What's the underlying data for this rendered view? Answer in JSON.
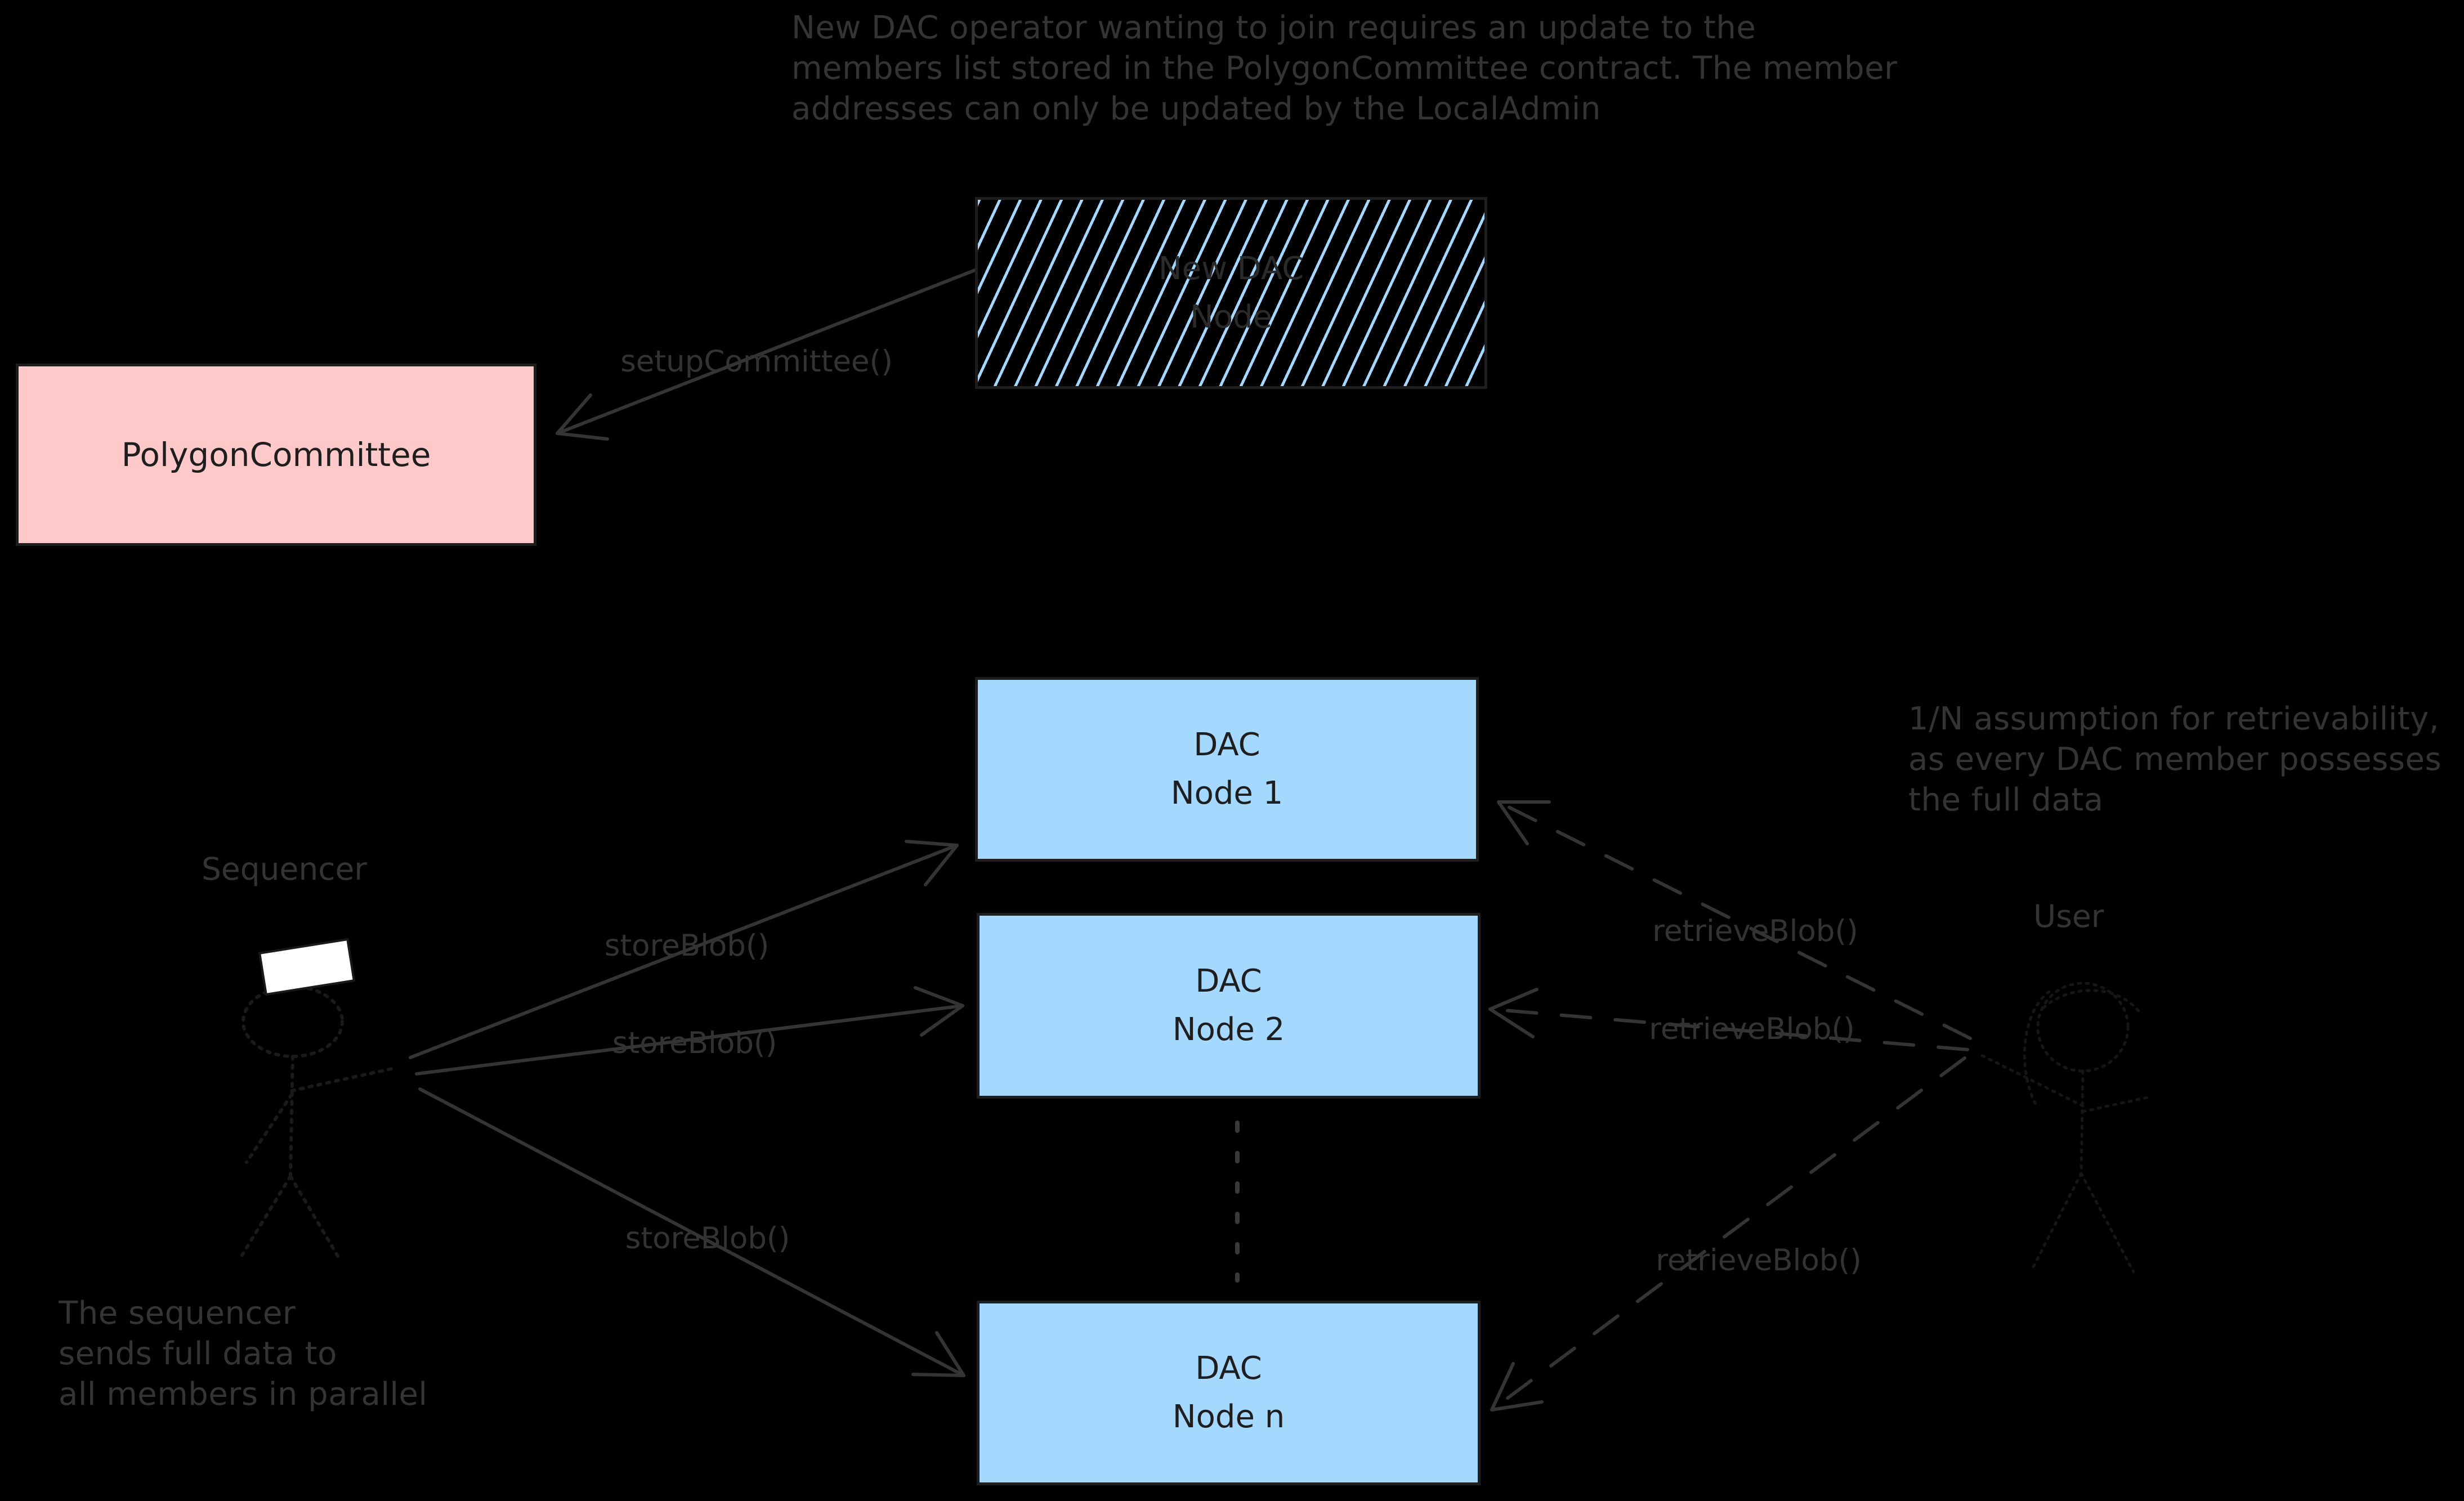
{
  "colors": {
    "background": "#000000",
    "node_blue": "#a5d8ff",
    "node_pink": "#ffc9c9",
    "stroke_dark": "#1e1e1e",
    "annotation_gray": "#343434",
    "hatch_blue": "#a5d8ff",
    "paper_white": "#ffffff"
  },
  "annotations": {
    "top": [
      "New DAC operator wanting to join requires an update to the",
      "members list stored in the PolygonCommittee contract. The member",
      "addresses can only be updated by the LocalAdmin"
    ],
    "retrievability": [
      "1/N assumption for retrievability,",
      "as every DAC member possesses",
      "the full data"
    ],
    "sequencer_note": [
      "The sequencer",
      "sends full data to",
      "all members in parallel"
    ]
  },
  "nodes": {
    "new_dac": {
      "line1": "New DAC",
      "line2": "Node"
    },
    "polygon_committee": {
      "label": "PolygonCommittee"
    },
    "dac1": {
      "line1": "DAC",
      "line2": "Node 1"
    },
    "dac2": {
      "line1": "DAC",
      "line2": "Node 2"
    },
    "dacn": {
      "line1": "DAC",
      "line2": "Node n"
    }
  },
  "actors": {
    "sequencer": "Sequencer",
    "user": "User"
  },
  "edges": {
    "setup": "setupCommittee()",
    "store1": "storeBlob()",
    "store2": "storeBlob()",
    "store3": "storeBlob()",
    "retrieve1": "retrieveBlob()",
    "retrieve2": "retrieveBlob()",
    "retrieve3": "retrieveBlob()"
  }
}
